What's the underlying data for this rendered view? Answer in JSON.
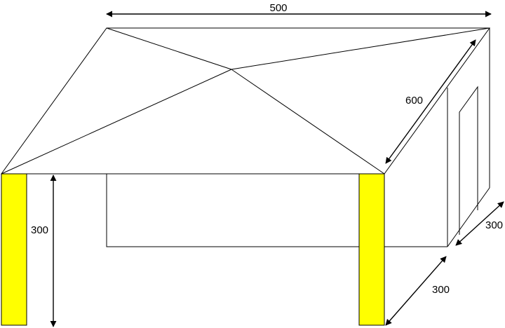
{
  "colors": {
    "line": "#000000",
    "post_fill": "#ffff00",
    "background": "#ffffff"
  },
  "dimensions": {
    "width": "500",
    "depth": "600",
    "height": "300",
    "side_depth": "300",
    "front_depth": "300"
  }
}
